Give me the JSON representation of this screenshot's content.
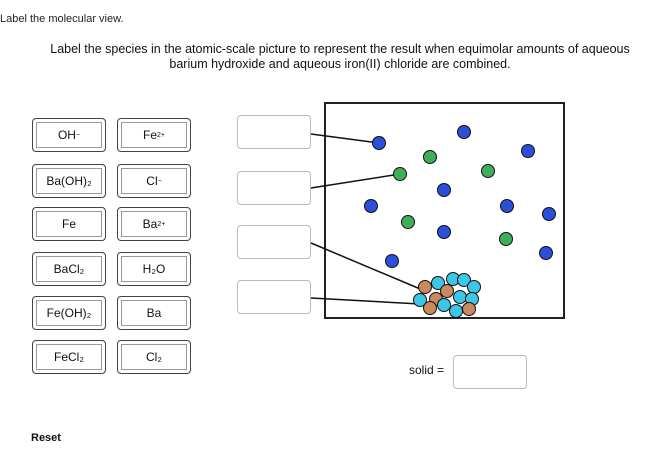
{
  "header": {
    "top_label": "Label the molecular view.",
    "instruction": "Label the species in the atomic-scale picture to represent the result when equimolar amounts of aqueous  barium hydroxide and aqueous iron(II) chloride are combined."
  },
  "label_bank": {
    "items": [
      {
        "base": "OH",
        "sup": "−"
      },
      {
        "base": "Fe",
        "sup": "2+"
      },
      {
        "base": "Ba(OH)₂",
        "sup": ""
      },
      {
        "base": "Cl",
        "sup": "−"
      },
      {
        "base": "Fe",
        "sup": ""
      },
      {
        "base": "Ba",
        "sup": "2+"
      },
      {
        "base": "BaCl₂",
        "sup": ""
      },
      {
        "base": "H₂O",
        "sup": ""
      },
      {
        "base": "Fe(OH)₂",
        "sup": ""
      },
      {
        "base": "Ba",
        "sup": ""
      },
      {
        "base": "FeCl₂",
        "sup": ""
      },
      {
        "base": "Cl₂",
        "sup": ""
      }
    ]
  },
  "molecular_view": {
    "colors": {
      "dark_blue": "#2b4fd6",
      "green": "#3fae5a",
      "light_blue": "#3cc7e8",
      "brown": "#c98a5e",
      "outline": "#111111"
    }
  },
  "solid": {
    "label": "solid ="
  },
  "footer": {
    "reset_label": "Reset"
  }
}
